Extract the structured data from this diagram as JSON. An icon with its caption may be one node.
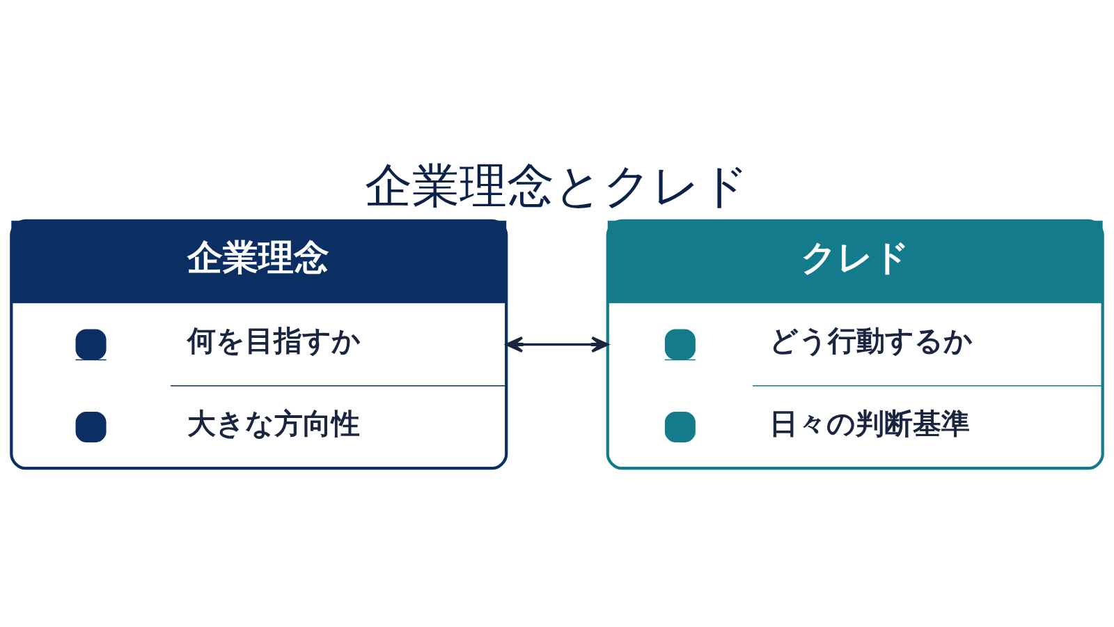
{
  "diagram": {
    "title": "企業理念とクレド",
    "nodes": [
      {
        "text": [
          "企業理念",
          "何を目指すか",
          "大きな方向性"
        ]
      },
      {
        "text": [
          "クレド",
          "どう行動するか",
          "日々の判断基準"
        ]
      }
    ],
    "edges": [
      {
        "from": 0,
        "to": 1,
        "arrow": "both"
      }
    ]
  }
}
